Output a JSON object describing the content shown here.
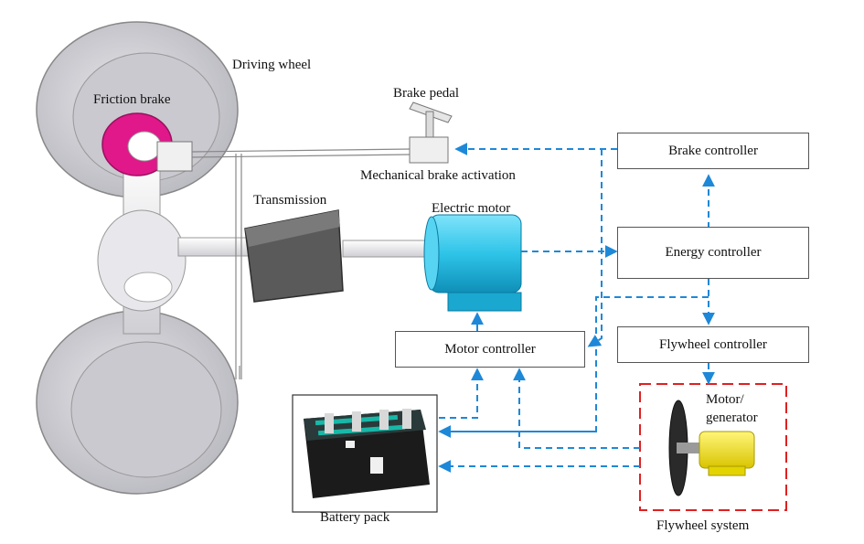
{
  "labels": {
    "driving_wheel": "Driving wheel",
    "friction_brake": "Friction brake",
    "brake_pedal": "Brake pedal",
    "mechanical_brake_activation": "Mechanical brake activation",
    "transmission": "Transmission",
    "electric_motor": "Electric motor",
    "battery_pack": "Battery pack",
    "motor_generator_line1": "Motor/",
    "motor_generator_line2": "generator",
    "flywheel_system": "Flywheel system"
  },
  "boxes": {
    "brake_controller": "Brake controller",
    "energy_controller": "Energy controller",
    "flywheel_controller": "Flywheel controller",
    "motor_controller": "Motor controller"
  },
  "colors": {
    "signal_line": "#1e88d8",
    "flywheel_border": "#e02020",
    "friction_brake": "#e0188a",
    "motor_body": "#2ec4e8",
    "motor_generator": "#f5e400",
    "transmission": "#555555"
  }
}
